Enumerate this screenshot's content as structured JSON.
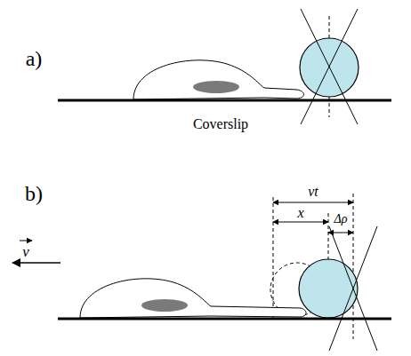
{
  "diagram": {
    "labels": [
      "a)",
      "Coverslip",
      "b)",
      "vt",
      "x",
      "Δρ",
      "v"
    ]
  }
}
